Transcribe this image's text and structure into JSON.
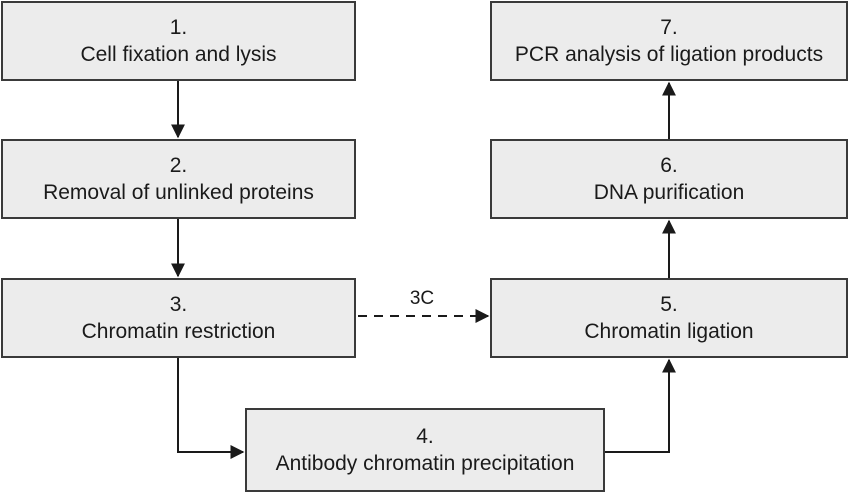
{
  "steps": [
    {
      "number": "1.",
      "label": "Cell fixation and lysis"
    },
    {
      "number": "2.",
      "label": "Removal of unlinked proteins"
    },
    {
      "number": "3.",
      "label": "Chromatin restriction"
    },
    {
      "number": "4.",
      "label": "Antibody chromatin precipitation"
    },
    {
      "number": "5.",
      "label": "Chromatin ligation"
    },
    {
      "number": "6.",
      "label": "DNA purification"
    },
    {
      "number": "7.",
      "label": "PCR analysis of ligation products"
    }
  ],
  "edges": {
    "shortcut_label": "3C"
  },
  "colors": {
    "box_fill": "#ececec",
    "box_border": "#3a3a3a",
    "arrow": "#1a1a1a"
  }
}
